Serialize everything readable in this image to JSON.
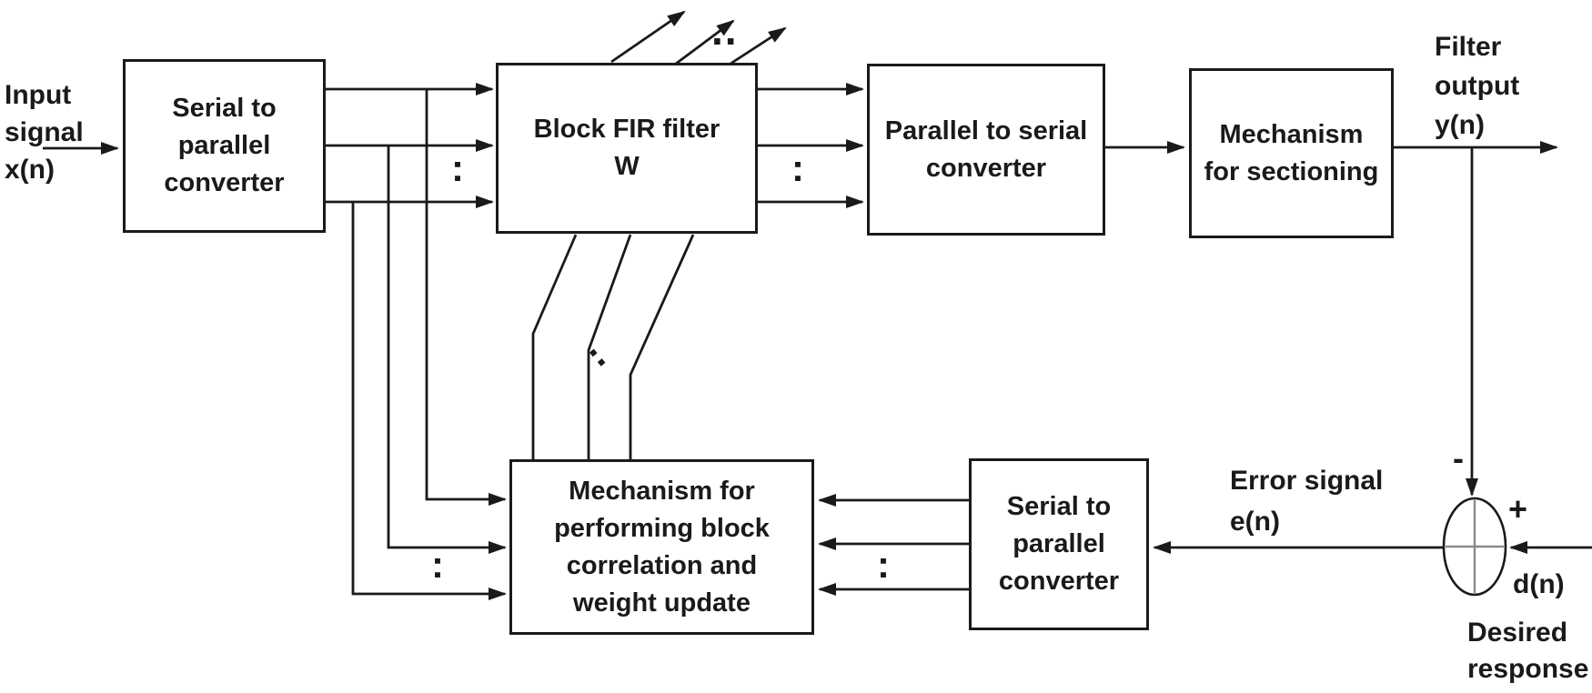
{
  "boxes": {
    "s2p_top": {
      "lines": [
        "Serial to",
        "parallel",
        "converter"
      ]
    },
    "fir": {
      "lines": [
        "Block FIR filter",
        "W"
      ]
    },
    "p2s": {
      "lines": [
        "Parallel to serial",
        "converter"
      ]
    },
    "sectioning": {
      "lines": [
        "Mechanism",
        "for sectioning"
      ]
    },
    "correlation": {
      "lines": [
        "Mechanism for",
        "performing block",
        "correlation and",
        "weight update"
      ]
    },
    "s2p_bottom": {
      "lines": [
        "Serial to",
        "parallel",
        "converter"
      ]
    }
  },
  "labels": {
    "input_signal": {
      "lines": [
        "Input",
        "signal",
        "x(n)"
      ]
    },
    "filter_output": {
      "lines": [
        "Filter",
        "output",
        "y(n)"
      ]
    },
    "error_signal": {
      "lines": [
        "Error signal",
        "e(n)"
      ]
    },
    "desired_response": {
      "lines": [
        "Desired",
        "response"
      ]
    },
    "d_n": "d(n)",
    "minus": "-",
    "plus": "+"
  },
  "ellipsis_marks": {
    "vertical_dots": ":",
    "horizontal_dots": "..",
    "diagonal_dots": ".."
  },
  "colors": {
    "line": "#1a1a1a",
    "text": "#1a1a1a",
    "background": "#ffffff",
    "sum_cross": "#8a8a8a"
  }
}
